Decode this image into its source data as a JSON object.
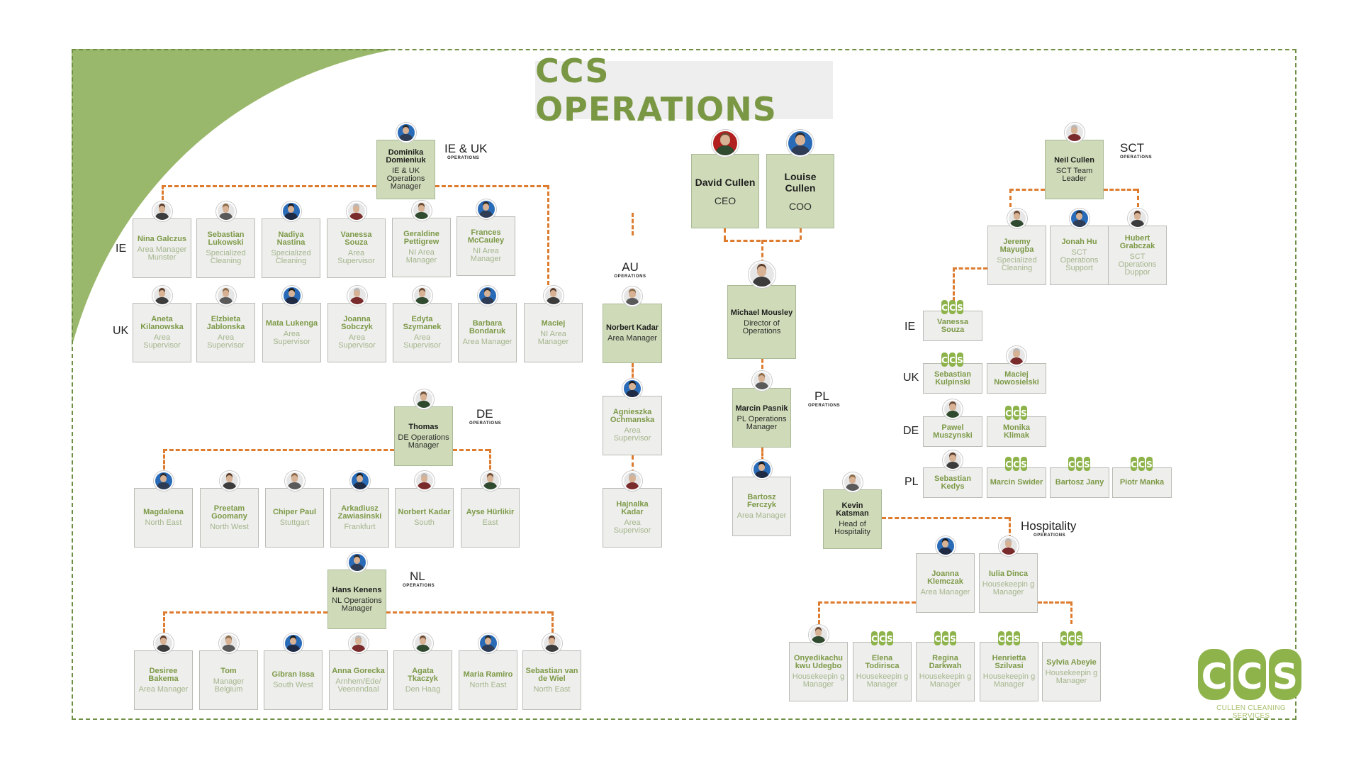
{
  "title": "CCS OPERATIONS",
  "colors": {
    "accent": "#7a9844",
    "lead_box": "#cfdbb8",
    "box": "#eeeeec",
    "connector": "#dd7b2e",
    "frame": "#6f8f45"
  },
  "sections": {
    "ie_uk": {
      "title": "IE & UK",
      "sub": "OPERATIONS"
    },
    "au": {
      "title": "AU",
      "sub": "OPERATIONS"
    },
    "sct": {
      "title": "SCT",
      "sub": "OPERATIONS"
    },
    "pl": {
      "title": "PL",
      "sub": "OPERATIONS"
    },
    "de": {
      "title": "DE",
      "sub": "OPERATIONS"
    },
    "nl": {
      "title": "NL",
      "sub": "OPERATIONS"
    },
    "hosp": {
      "title": "Hospitality",
      "sub": "OPERATIONS"
    }
  },
  "row_labels": {
    "ie": "IE",
    "uk": "UK",
    "sct_ie": "IE",
    "sct_uk": "UK",
    "sct_de": "DE",
    "sct_pl": "PL"
  },
  "people": {
    "dominika": {
      "name": "Dominika Domieniuk",
      "role": "IE & UK Operations Manager"
    },
    "nina": {
      "name": "Nina Galczus",
      "role": "Area Manager Munster"
    },
    "sebastian_l": {
      "name": "Sebastian Lukowski",
      "role": "Specialized Cleaning"
    },
    "nadiya": {
      "name": "Nadiya Nastina",
      "role": "Specialized Cleaning"
    },
    "vanessa_ie": {
      "name": "Vanessa Souza",
      "role": "Area Supervisor"
    },
    "geraldine": {
      "name": "Geraldine Pettigrew",
      "role": "NI Area Manager"
    },
    "frances": {
      "name": "Frances McCauley",
      "role": "NI Area Manager"
    },
    "aneta": {
      "name": "Aneta Kilanowska",
      "role": "Area Supervisor"
    },
    "elzbieta": {
      "name": "Elzbieta Jablonska",
      "role": "Area Supervisor"
    },
    "mata": {
      "name": "Mata Lukenga",
      "role": "Area Supervisor"
    },
    "joanna_s": {
      "name": "Joanna Sobczyk",
      "role": "Area Supervisor"
    },
    "edyta": {
      "name": "Edyta Szymanek",
      "role": "Area Supervisor"
    },
    "barbara": {
      "name": "Barbara Bondaruk",
      "role": "Area Manager"
    },
    "maciej_ni": {
      "name": "Maciej",
      "role": "NI Area Manager"
    },
    "norbert_au": {
      "name": "Norbert Kadar",
      "role": "Area Manager"
    },
    "agnieszka": {
      "name": "Agnieszka Ochmanska",
      "role": "Area Supervisor"
    },
    "hajnalka": {
      "name": "Hajnalka Kadar",
      "role": "Area Supervisor"
    },
    "david": {
      "name": "David Cullen",
      "role": "CEO"
    },
    "louise": {
      "name": "Louise Cullen",
      "role": "COO"
    },
    "michael": {
      "name": "Michael Mousley",
      "role": "Director of Operations"
    },
    "marcin_p": {
      "name": "Marcin Pasnik",
      "role": "PL Operations Manager"
    },
    "bartosz_f": {
      "name": "Bartosz Ferczyk",
      "role": "Area Manager"
    },
    "neil": {
      "name": "Neil Cullen",
      "role": "SCT Team Leader"
    },
    "jeremy": {
      "name": "Jeremy Mayugba",
      "role": "Specialized Cleaning"
    },
    "jonah": {
      "name": "Jonah Hu",
      "role": "SCT Operations Support"
    },
    "hubert": {
      "name": "Hubert Grabczak",
      "role": "SCT Operations Duppor"
    },
    "vanessa_sct": {
      "name": "Vanessa Souza",
      "role": ""
    },
    "sebastian_k": {
      "name": "Sebastian Kulpinski",
      "role": ""
    },
    "maciej_n": {
      "name": "Maciej Nowosielski",
      "role": ""
    },
    "pawel": {
      "name": "Pawel Muszynski",
      "role": ""
    },
    "monika": {
      "name": "Monika Klimak",
      "role": ""
    },
    "sebastian_ke": {
      "name": "Sebastian Kedys",
      "role": ""
    },
    "marcin_s": {
      "name": "Marcin Swider",
      "role": ""
    },
    "bartosz_j": {
      "name": "Bartosz Jany",
      "role": ""
    },
    "piotr": {
      "name": "Piotr Manka",
      "role": ""
    },
    "thomas": {
      "name": "Thomas",
      "role": "DE Operations Manager"
    },
    "magdalena": {
      "name": "Magdalena",
      "role": "North East"
    },
    "preetam": {
      "name": "Preetam Goomany",
      "role": "North West"
    },
    "chiper": {
      "name": "Chiper Paul",
      "role": "Stuttgart"
    },
    "arkadiusz": {
      "name": "Arkadiusz Zawiasinski",
      "role": "Frankfurt"
    },
    "norbert_de": {
      "name": "Norbert Kadar",
      "role": "South"
    },
    "ayse": {
      "name": "Ayse Hürlikir",
      "role": "East"
    },
    "hans": {
      "name": "Hans Kenens",
      "role": "NL Operations Manager"
    },
    "desiree": {
      "name": "Desiree Bakema",
      "role": "Area Manager"
    },
    "tom": {
      "name": "Tom",
      "role": "Manager Belgium"
    },
    "gibran": {
      "name": "Gibran Issa",
      "role": "South West"
    },
    "anna": {
      "name": "Anna Gorecka",
      "role": "Arnhem/Ede/ Veenendaal"
    },
    "agata": {
      "name": "Agata Tkaczyk",
      "role": "Den Haag"
    },
    "maria": {
      "name": "Maria Ramiro",
      "role": "North East"
    },
    "sebastian_w": {
      "name": "Sebastian van de Wiel",
      "role": "North East"
    },
    "kevin": {
      "name": "Kevin Katsman",
      "role": "Head of Hospitality"
    },
    "joanna_k": {
      "name": "Joanna Klemczak",
      "role": "Area Manager"
    },
    "iulia": {
      "name": "Iulia Dinca",
      "role": "Housekeepin g Manager"
    },
    "onyedikachu": {
      "name": "Onyedikachu kwu Udegbo",
      "role": "Housekeepin g Manager"
    },
    "elena": {
      "name": "Elena Todirisca",
      "role": "Housekeepin g Manager"
    },
    "regina": {
      "name": "Regina Darkwah",
      "role": "Housekeepin g Manager"
    },
    "henrietta": {
      "name": "Henrietta Szilvasi",
      "role": "Housekeepin g Manager"
    },
    "sylvia": {
      "name": "Sylvia Abeyie",
      "role": "Housekeepin g Manager"
    }
  },
  "brand": {
    "logo_text": "CCS",
    "logo_sub": "CULLEN CLEANING SERVICES",
    "mini_logo": "CCS"
  }
}
